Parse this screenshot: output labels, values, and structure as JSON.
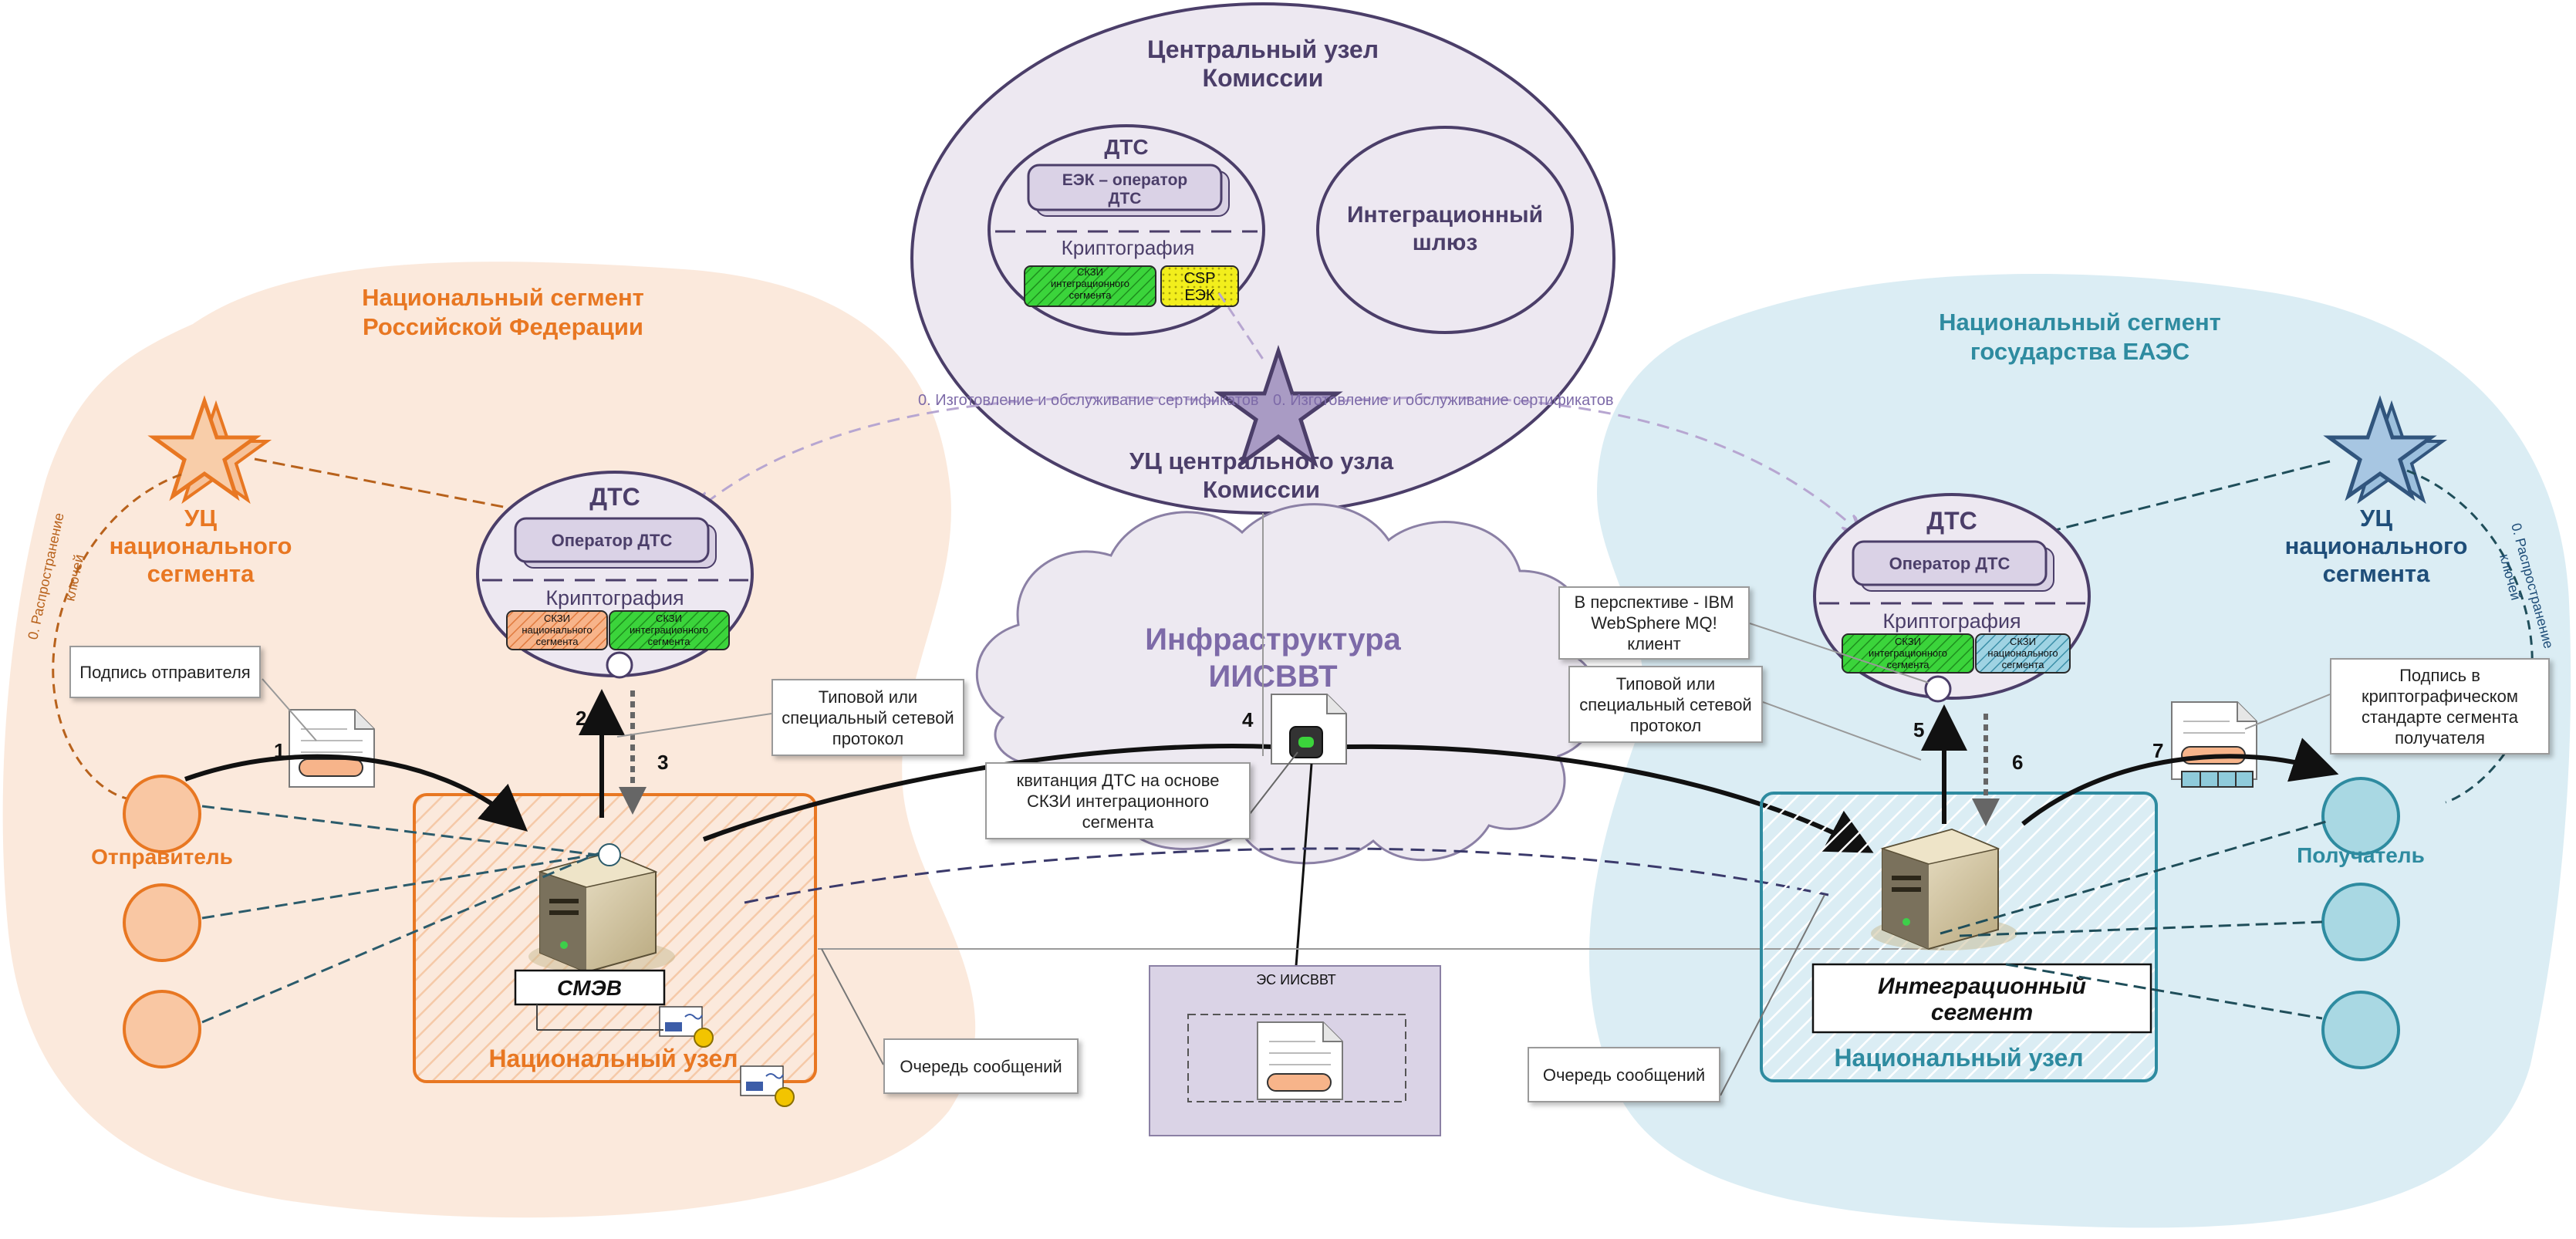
{
  "segments": {
    "russia": {
      "title_line1": "Национальный сегмент",
      "title_line2": "Российской Федерации"
    },
    "eaeu": {
      "title_line1": "Национальный сегмент",
      "title_line2": "государства ЕАЭС"
    }
  },
  "central_node": {
    "title_line1": "Центральный узел",
    "title_line2": "Комиссии",
    "dts_title": "ДТС",
    "operator_line1": "ЕЭК – оператор",
    "operator_line2": "ДТС",
    "crypto_label": "Криптография",
    "skzi_line1": "СКЗИ",
    "skzi_line2": "интеграционного",
    "skzi_line3": "сегмента",
    "csp_line1": "CSP",
    "csp_line2": "ЕЭК",
    "gateway_line1": "Интеграционный",
    "gateway_line2": "шлюз",
    "ca_line1": "УЦ центрального узла",
    "ca_line2": "Комиссии"
  },
  "cert_service_label": "0. Изготовление и обслуживание сертификатов",
  "left": {
    "ca_line1": "УЦ",
    "ca_line2": "национального",
    "ca_line3": "сегмента",
    "key_distribution_line1": "0. Распространение",
    "key_distribution_line2": "ключей",
    "dts_title": "ДТС",
    "operator": "Оператор ДТС",
    "crypto_label": "Криптография",
    "skzi_national_line1": "СКЗИ",
    "skzi_national_line2": "национального",
    "skzi_national_line3": "сегмента",
    "skzi_integration_line1": "СКЗИ",
    "skzi_integration_line2": "интеграционного",
    "skzi_integration_line3": "сегмента",
    "sender": "Отправитель",
    "server_label": "СМЭВ",
    "node_label": "Национальный узел",
    "callout_signature": "Подпись отправителя",
    "callout_protocol": "Типовой или специальный сетевой протокол",
    "callout_queue": "Очередь сообщений"
  },
  "right": {
    "ca_line1": "УЦ",
    "ca_line2": "национального",
    "ca_line3": "сегмента",
    "key_distribution_line1": "0. Распространение",
    "key_distribution_line2": "ключей",
    "dts_title": "ДТС",
    "operator": "Оператор ДТС",
    "crypto_label": "Криптография",
    "skzi_integration_line1": "СКЗИ",
    "skzi_integration_line2": "интеграционного",
    "skzi_integration_line3": "сегмента",
    "skzi_national_line1": "СКЗИ",
    "skzi_national_line2": "национального",
    "skzi_national_line3": "сегмента",
    "receiver": "Получатель",
    "server_line1": "Интеграционный",
    "server_line2": "сегмент",
    "node_label": "Национальный узел",
    "callout_websphere": "В перспективе - IBM WebSphere MQ! клиент",
    "callout_protocol": "Типовой или специальный сетевой протокол",
    "callout_signature": "Подпись в криптографическом стандарте сегмента получателя",
    "callout_queue": "Очередь сообщений"
  },
  "infrastructure": {
    "title_line1": "Инфраструктура",
    "title_line2": "ИИСВВТ",
    "callout_receipt": "квитанция ДТС на основе СКЗИ интеграционного сегмента",
    "es_label": "ЭС ИИСВВТ"
  },
  "steps": [
    "1",
    "2",
    "3",
    "4",
    "5",
    "6",
    "7"
  ],
  "colors": {
    "orange": "#E87722",
    "orange_light": "#FBE7D9",
    "teal": "#2E8BA0",
    "blue_light": "#D6EAF1",
    "purple": "#5E4B7F",
    "purple_light": "#EDE8F1",
    "green": "#3BD43B",
    "yellow": "#F2EE1C"
  }
}
